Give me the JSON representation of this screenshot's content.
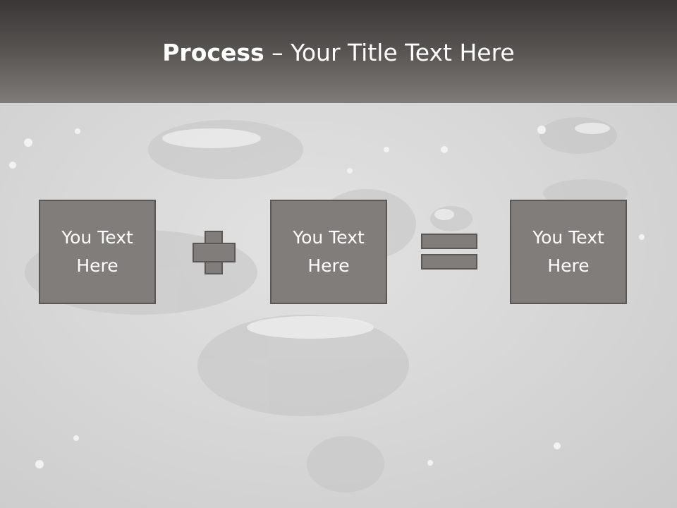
{
  "slide": {
    "title_bold": "Process",
    "title_rest": " – Your Title Text Here",
    "boxes": [
      {
        "text": "You Text Here"
      },
      {
        "text": "You Text Here"
      },
      {
        "text": "You Text Here"
      }
    ],
    "operators": [
      "plus-icon",
      "equals-icon"
    ]
  },
  "colors": {
    "header_dark": "#3a3737",
    "header_light": "#7f7b79",
    "box_fill": "#817d7a",
    "box_border": "#5a5755",
    "background": "#d8d8d8",
    "text": "#ffffff"
  }
}
